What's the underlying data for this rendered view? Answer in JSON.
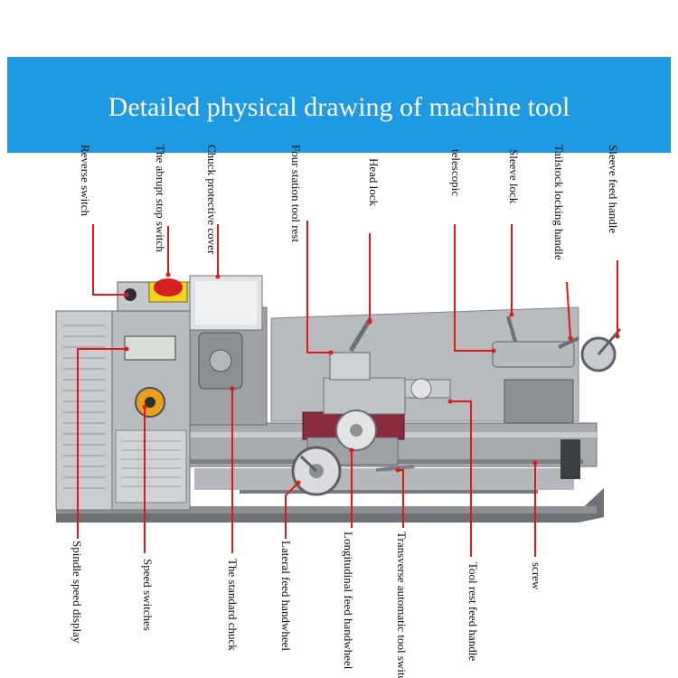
{
  "title": "Detailed physical drawing of machine tool",
  "colors": {
    "banner": "#1e9ae2",
    "leader": "#e01818",
    "body": "#9fa3a8",
    "dark": "#4a4d52"
  },
  "top_labels": [
    {
      "id": "reverse-switch",
      "text": "Reverse switch"
    },
    {
      "id": "abrupt-stop-switch",
      "text": "The abrupt stop switch"
    },
    {
      "id": "chuck-protective-cover",
      "text": "Chuck protective cover"
    },
    {
      "id": "four-station-tool-rest",
      "text": "Four station tool rest"
    },
    {
      "id": "head-lock",
      "text": "Head lock"
    },
    {
      "id": "telescopic",
      "text": "telescopic"
    },
    {
      "id": "sleeve-lock",
      "text": "Sleeve lock"
    },
    {
      "id": "tailstock-locking-handle",
      "text": "Tailstock locking handle"
    },
    {
      "id": "sleeve-feed-handle",
      "text": "Sleeve feed handle"
    }
  ],
  "bottom_labels": [
    {
      "id": "spindle-speed-display",
      "text": "Spindle speed display"
    },
    {
      "id": "speed-switches",
      "text": "Speed switches"
    },
    {
      "id": "standard-chuck",
      "text": "The standard chuck"
    },
    {
      "id": "lateral-feed-handwheel",
      "text": "Lateral feed handwheel"
    },
    {
      "id": "longitudinal-feed-handwheel",
      "text": "Longitudinal feed handwheel"
    },
    {
      "id": "transverse-automatic-tool-switch",
      "text": "Transverse automatic tool switch"
    },
    {
      "id": "tool-rest-feed-handle",
      "text": "Tool rest feed handle"
    },
    {
      "id": "screw",
      "text": "screw"
    }
  ]
}
